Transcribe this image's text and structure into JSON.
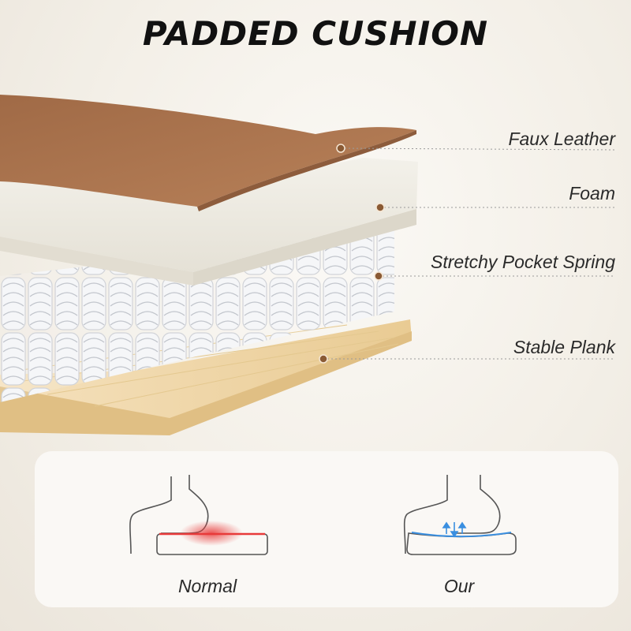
{
  "title": "PADDED CUSHION",
  "layers": [
    {
      "label": "Faux Leather",
      "marker_color": "#8a5a34"
    },
    {
      "label": "Foam",
      "marker_color": "#8a5a34"
    },
    {
      "label": "Stretchy Pocket Spring",
      "marker_color": "#8a5a34"
    },
    {
      "label": "Stable Plank",
      "marker_color": "#8a5a34"
    }
  ],
  "comparison": {
    "normal_label": "Normal",
    "our_label": "Our"
  },
  "colors": {
    "leather": "#a87350",
    "foam": "#eeebe2",
    "spring": "#e8e9ec",
    "plank": "#f0d7a8",
    "pressure": "#e83a3a",
    "relief": "#3a8fe0"
  }
}
